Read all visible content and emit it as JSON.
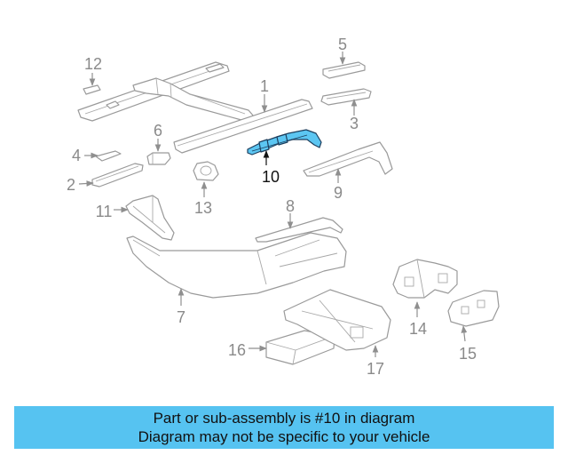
{
  "diagram": {
    "callouts": [
      "1",
      "2",
      "3",
      "4",
      "5",
      "6",
      "7",
      "8",
      "9",
      "10",
      "11",
      "12",
      "13",
      "14",
      "15",
      "16",
      "17"
    ]
  },
  "banner": {
    "line1": "Part or sub-assembly is #10 in diagram",
    "line2": "Diagram may not be specific to your vehicle"
  },
  "colors": {
    "highlight": "#5cc6f2",
    "banner": "#56c3f1",
    "line_art": "#9a9a9a",
    "callout_text": "#8a8a8a"
  }
}
